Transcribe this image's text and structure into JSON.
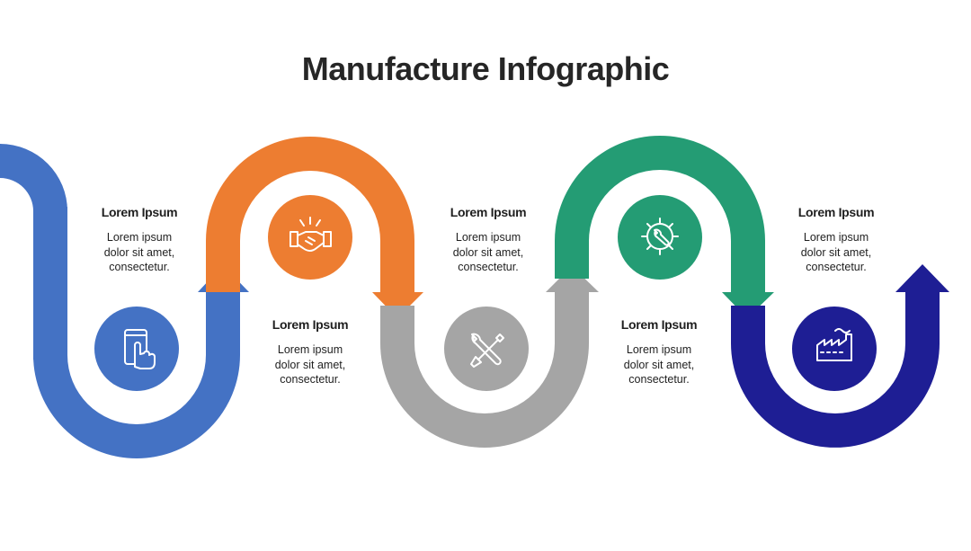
{
  "title": "Manufacture Infographic",
  "colors": {
    "step1": "#4472C4",
    "step2": "#ED7D31",
    "step3": "#A5A5A5",
    "step4": "#249C74",
    "step5": "#1E1E94"
  },
  "steps": [
    {
      "heading": "Lorem Ipsum",
      "text_lines": [
        "Lorem ipsum",
        "dolor sit amet,",
        "consectetur."
      ],
      "icon": "smartphone-touch-icon"
    },
    {
      "heading": "Lorem Ipsum",
      "text_lines": [
        "Lorem ipsum",
        "dolor sit amet,",
        "consectetur."
      ],
      "icon": "handshake-icon"
    },
    {
      "heading": "Lorem Ipsum",
      "text_lines": [
        "Lorem ipsum",
        "dolor sit amet,",
        "consectetur."
      ],
      "icon": "wrench-screwdriver-icon"
    },
    {
      "heading": "Lorem Ipsum",
      "text_lines": [
        "Lorem ipsum",
        "dolor sit amet,",
        "consectetur."
      ],
      "icon": "gear-wrench-icon"
    },
    {
      "heading": "Lorem Ipsum",
      "text_lines": [
        "Lorem ipsum",
        "dolor sit amet,",
        "consectetur."
      ],
      "icon": "factory-icon"
    }
  ]
}
